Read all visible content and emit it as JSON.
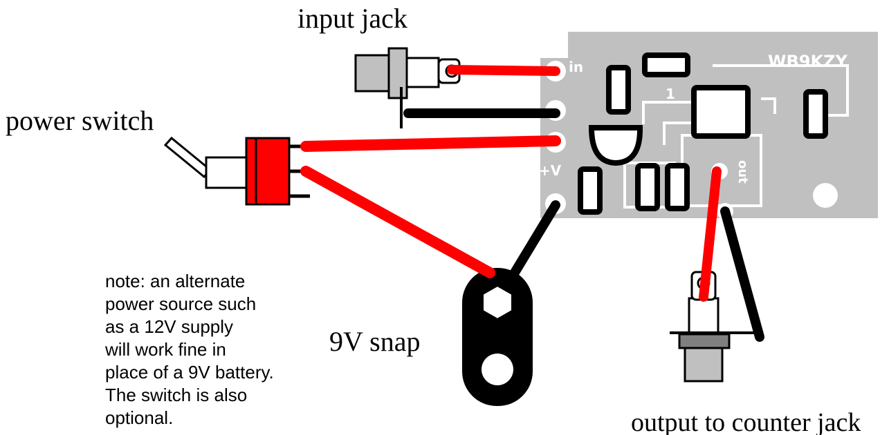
{
  "labels": {
    "input_jack": "input jack",
    "power_switch": "power switch",
    "snap": "9V snap",
    "output_jack": "output to counter jack"
  },
  "note_lines": [
    "note:  an alternate",
    "power source such",
    "as a 12V supply",
    "will work fine in",
    "place of a 9V battery.",
    "The switch is also",
    "optional."
  ],
  "board": {
    "callsign": "WB9KZY",
    "pad_in": "in",
    "pad_vplus": "+V",
    "pad_out": "out",
    "pin1": "1"
  },
  "colors": {
    "wire_red": "#ff0000",
    "wire_black": "#000000",
    "board": "#c0c0c0",
    "jack_body": "#c0c0c0",
    "switch_body": "#ff0000"
  }
}
